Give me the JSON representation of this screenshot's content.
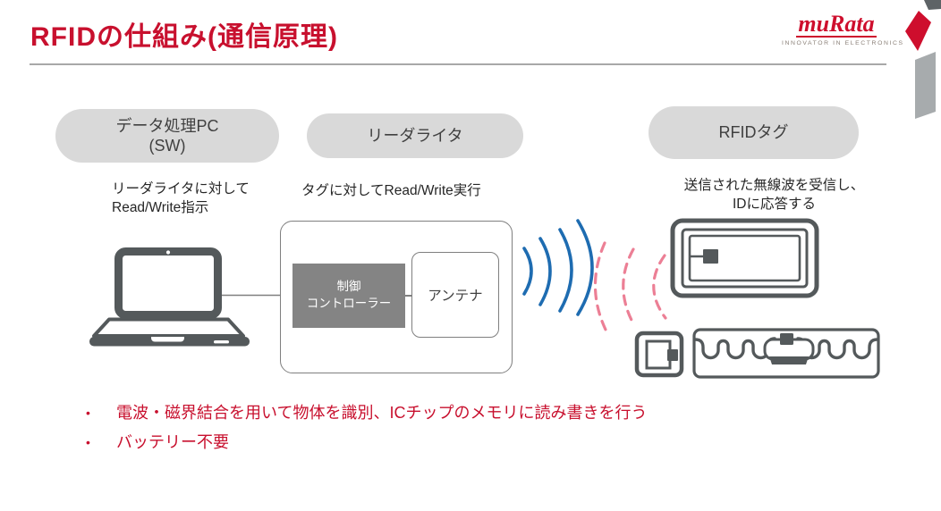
{
  "header": {
    "title": "RFIDの仕組み(通信原理)",
    "logo": {
      "wordmark": "muRata",
      "tagline": "INNOVATOR IN ELECTRONICS"
    }
  },
  "stages": [
    {
      "label_line1": "データ処理PC",
      "label_line2": "(SW)",
      "note_line1": "リーダライタに対して",
      "note_line2": "Read/Write指示"
    },
    {
      "label": "リーダライタ",
      "note": "タグに対してRead/Write実行"
    },
    {
      "label": "RFIDタグ",
      "note_line1": "送信された無線波を受信し、",
      "note_line2": "IDに応答する"
    }
  ],
  "diagram": {
    "controller_line1": "制御",
    "controller_line2": "コントローラー",
    "antenna_label": "アンテナ",
    "icons": [
      "laptop-icon",
      "radio-waves-blue-icon",
      "radio-waves-pink-icon",
      "rfid-coil-tag-icon",
      "rfid-square-tag-icon",
      "rfid-uhf-tag-icon",
      "murata-corner-mark-icon"
    ]
  },
  "bullets": [
    "電波・磁界結合を用いて物体を識別、ICチップのメモリに読み書きを行う",
    "バッテリー不要"
  ],
  "colors": {
    "accent_red": "#C8102E",
    "logo_red": "#CE0E2D",
    "wave_blue": "#1E6CB1",
    "wave_pink": "#EC7F95",
    "pill_gray": "#D9D9D9",
    "icon_gray": "#54595B",
    "box_border_gray": "#7F7F7F",
    "decor_gray": "#A7ABAD"
  }
}
